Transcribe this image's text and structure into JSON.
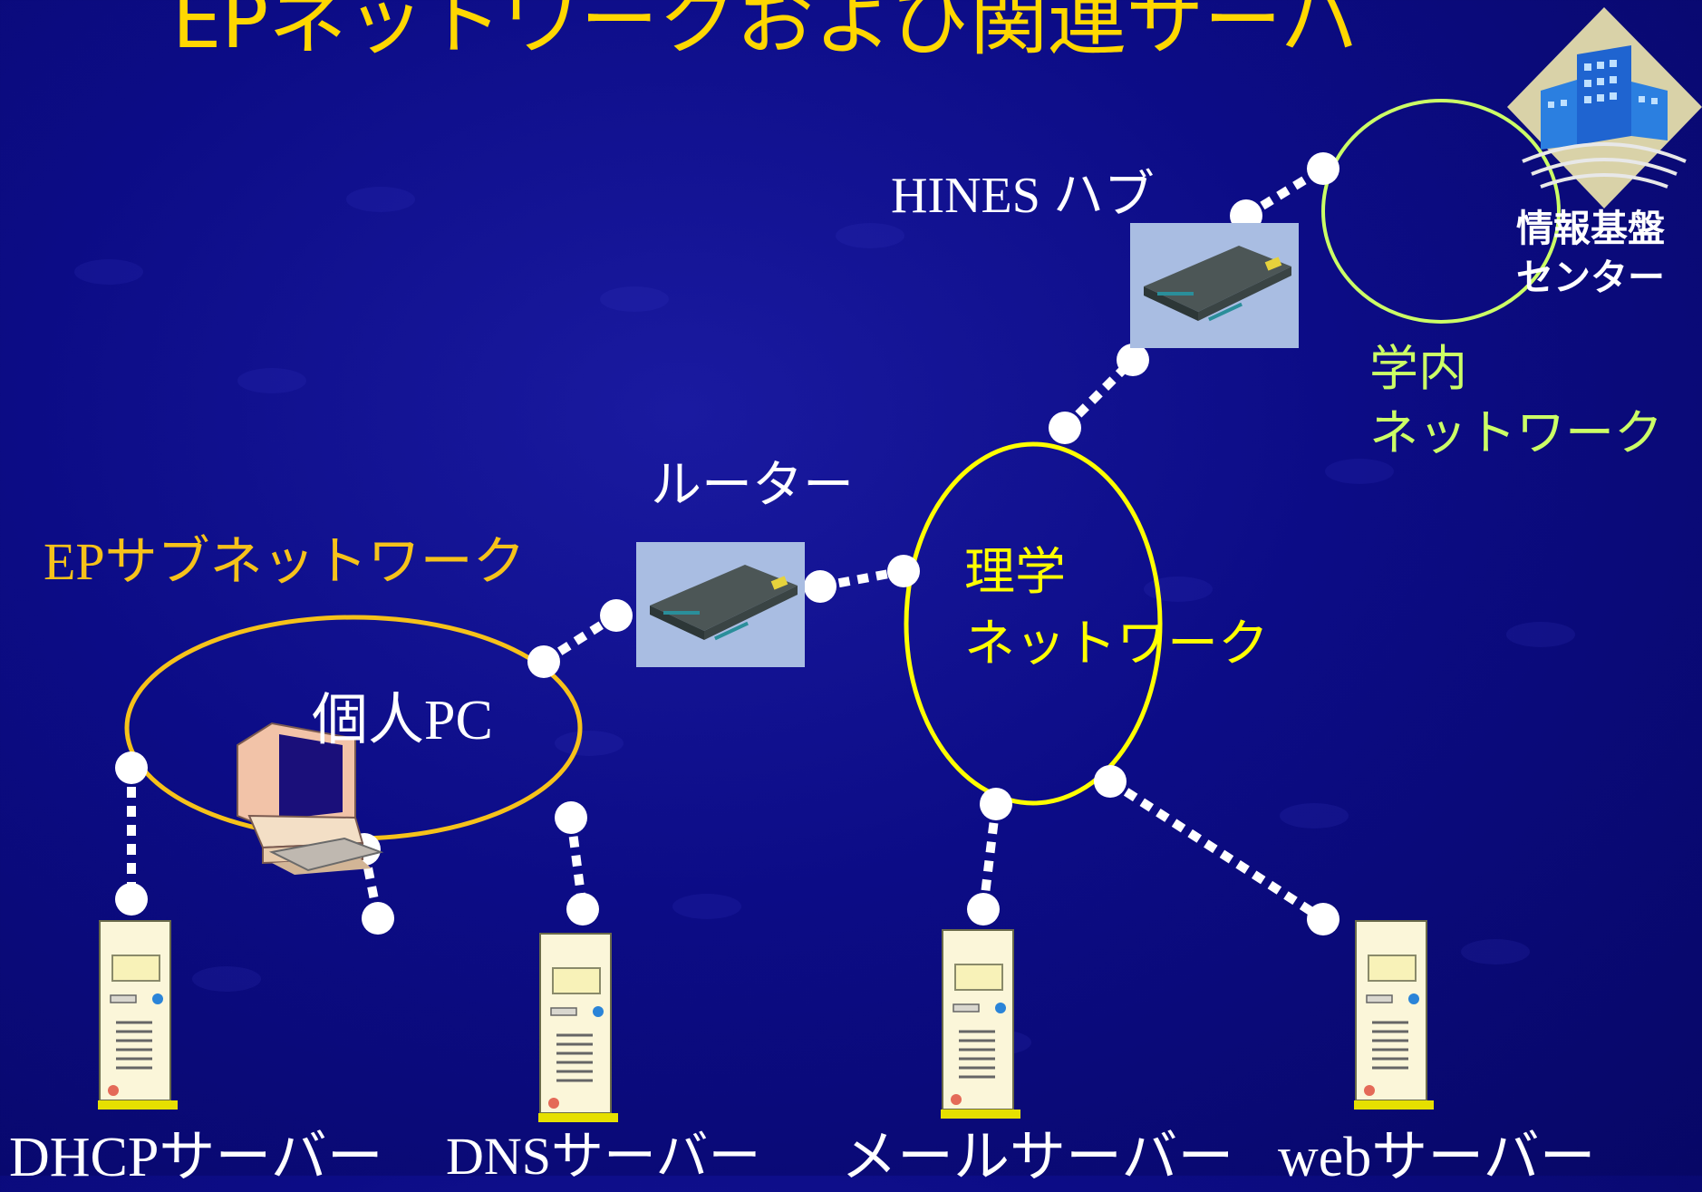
{
  "title": "EPネットワークおよび関連サーバ",
  "labels": {
    "hines_hub": "HINES ハブ",
    "center_line1": "情報基盤",
    "center_line2": "センター",
    "campus_line1": "学内",
    "campus_line2": "ネットワーク",
    "router": "ルーター",
    "science_line1": "理学",
    "science_line2": "ネットワーク",
    "ep_subnet": "EPサブネットワーク",
    "personal_pc": "個人PC"
  },
  "servers": [
    {
      "label": "DHCPサーバー"
    },
    {
      "label": "DNSサーバー"
    },
    {
      "label": "メールサーバー"
    },
    {
      "label": "webサーバー"
    }
  ],
  "colors": {
    "background": "#0c0c86",
    "title": "#ffd700",
    "ep_subnet": "#f6c21a",
    "science_network": "#ffff00",
    "campus_network": "#ccff66",
    "links": "#ffffff"
  }
}
